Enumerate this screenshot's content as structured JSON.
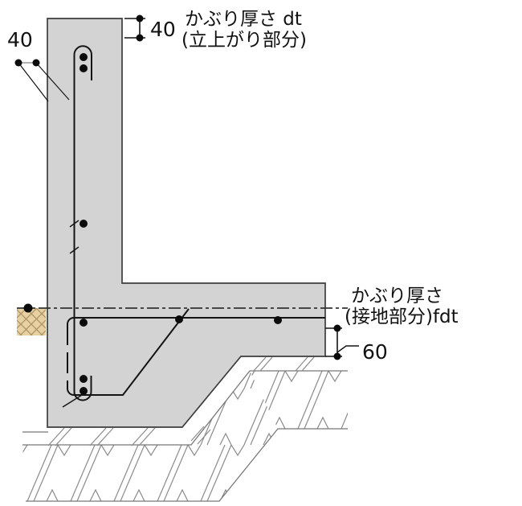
{
  "diagram": {
    "labels": {
      "top_cover_line1": "かぶり厚さ dt",
      "top_cover_line2": "(立上がり部分)",
      "bottom_cover_line1": "かぶり厚さ",
      "bottom_cover_line2": "(接地部分)fdt"
    },
    "dimensions": {
      "wall_side_cover": "40",
      "wall_top_cover": "40",
      "footing_bottom_cover": "60"
    },
    "colors": {
      "background": "#ffffff",
      "concrete_fill": "#d3d3d3",
      "concrete_outline": "#3d3d3d",
      "rebar": "#141414",
      "soil_hatch": "#8a8a8a",
      "soil_boundary": "#777777",
      "ground_block_fill": "#e7d0a1",
      "ground_block_hatch": "#ad9468",
      "centerline": "#333333"
    }
  }
}
